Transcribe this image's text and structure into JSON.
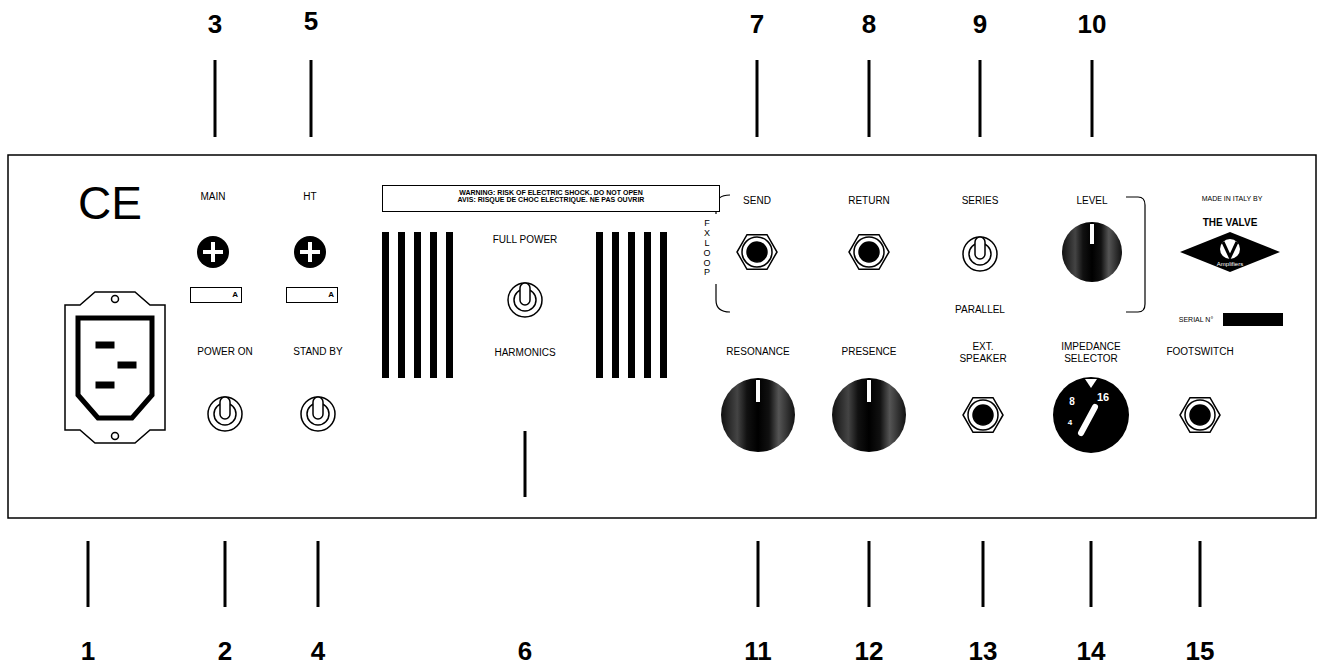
{
  "diagram": {
    "nodes": [
      {
        "text": [
          "WARNING: RISK OF ELECTRIC SHOCK. DO NOT OPEN",
          "AVIS: RISQUE DE CHOC ELECTRIQUE. NE PAS OUVRIR"
        ]
      },
      {
        "text": [
          "A"
        ]
      },
      {
        "text": [
          "A"
        ]
      }
    ],
    "labels": [
      "3",
      "5",
      "7",
      "8",
      "9",
      "10",
      "1",
      "2",
      "4",
      "6",
      "11",
      "12",
      "13",
      "14",
      "15",
      "CE",
      "MAIN",
      "HT",
      "POWER ON",
      "STAND BY",
      "FULL POWER",
      "HARMONICS",
      "FX LOOP",
      "SEND",
      "RETURN",
      "SERIES",
      "PARALLEL",
      "LEVEL",
      "MADE IN ITALY BY",
      "THE VALVE",
      "Amplifiers",
      "SERIAL N°",
      "RESONANCE",
      "PRESENCE",
      "EXT. SPEAKER",
      "IMPEDANCE SELECTOR",
      "16",
      "8",
      "4",
      "FOOTSWITCH"
    ]
  }
}
